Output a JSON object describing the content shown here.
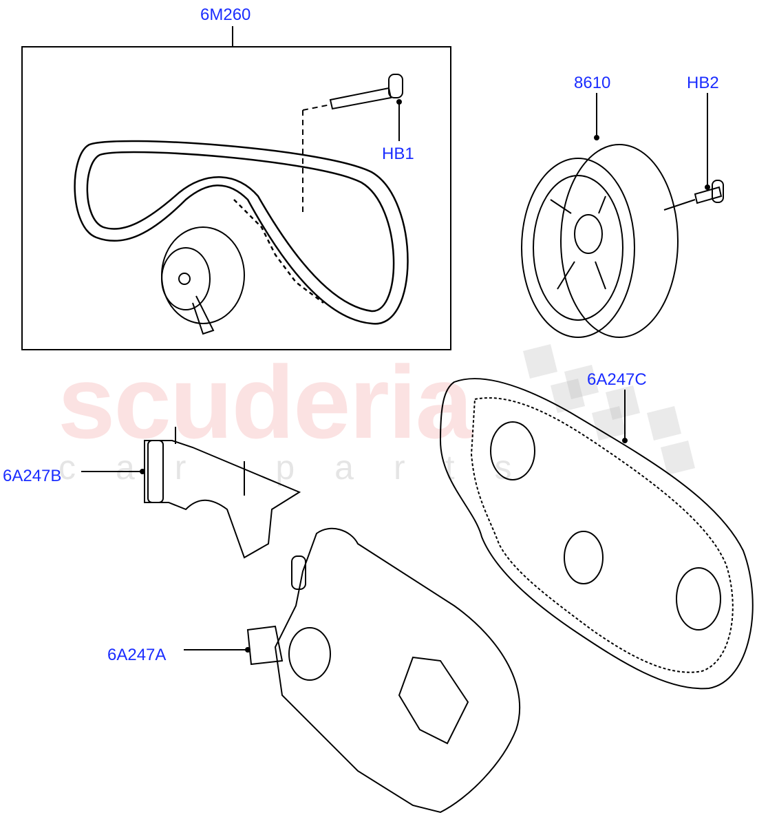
{
  "watermark": {
    "brand": "scuderia",
    "sub": "car parts"
  },
  "callouts": [
    {
      "id": "6M260",
      "label": "6M260"
    },
    {
      "id": "HB1",
      "label": "HB1"
    },
    {
      "id": "8610",
      "label": "8610"
    },
    {
      "id": "HB2",
      "label": "HB2"
    },
    {
      "id": "6A247C",
      "label": "6A247C"
    },
    {
      "id": "6A247B",
      "label": "6A247B"
    },
    {
      "id": "6A247A",
      "label": "6A247A"
    }
  ],
  "colors": {
    "callout": "#1a2cff",
    "line": "#000000",
    "watermark": "#f09696"
  }
}
